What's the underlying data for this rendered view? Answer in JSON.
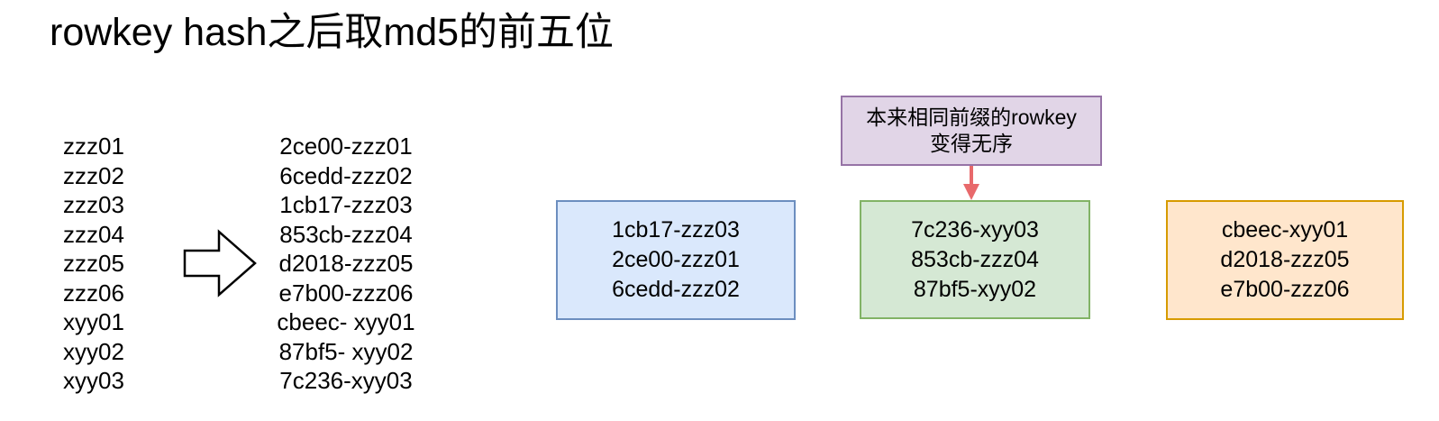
{
  "title": "rowkey hash之后取md5的前五位",
  "original_rowkeys": [
    "zzz01",
    "zzz02",
    "zzz03",
    "zzz04",
    "zzz05",
    "zzz06",
    "xyy01",
    "xyy02",
    "xyy03"
  ],
  "hashed_rowkeys": [
    "2ce00-zzz01",
    "6cedd-zzz02",
    "1cb17-zzz03",
    "853cb-zzz04",
    "d2018-zzz05",
    "e7b00-zzz06",
    "cbeec- xyy01",
    "87bf5- xyy02",
    "7c236-xyy03"
  ],
  "annotation": {
    "line1": "本来相同前缀的rowkey",
    "line2": "变得无序",
    "fill": "#e1d5e7",
    "stroke": "#9673a6",
    "arrow_color": "#e8696b"
  },
  "partitions": [
    {
      "id": "partition-1",
      "fill": "#dae8fc",
      "stroke": "#6c8ebf",
      "items": [
        "1cb17-zzz03",
        "2ce00-zzz01",
        "6cedd-zzz02"
      ]
    },
    {
      "id": "partition-2",
      "fill": "#d5e8d4",
      "stroke": "#82b366",
      "items": [
        "7c236-xyy03",
        "853cb-zzz04",
        "87bf5-xyy02"
      ]
    },
    {
      "id": "partition-3",
      "fill": "#ffe6cc",
      "stroke": "#d79b00",
      "items": [
        "cbeec-xyy01",
        "d2018-zzz05",
        "e7b00-zzz06"
      ]
    }
  ],
  "colors": {
    "transform_arrow_fill": "#ffffff",
    "transform_arrow_stroke": "#000000",
    "text": "#000000",
    "background": "#ffffff"
  }
}
